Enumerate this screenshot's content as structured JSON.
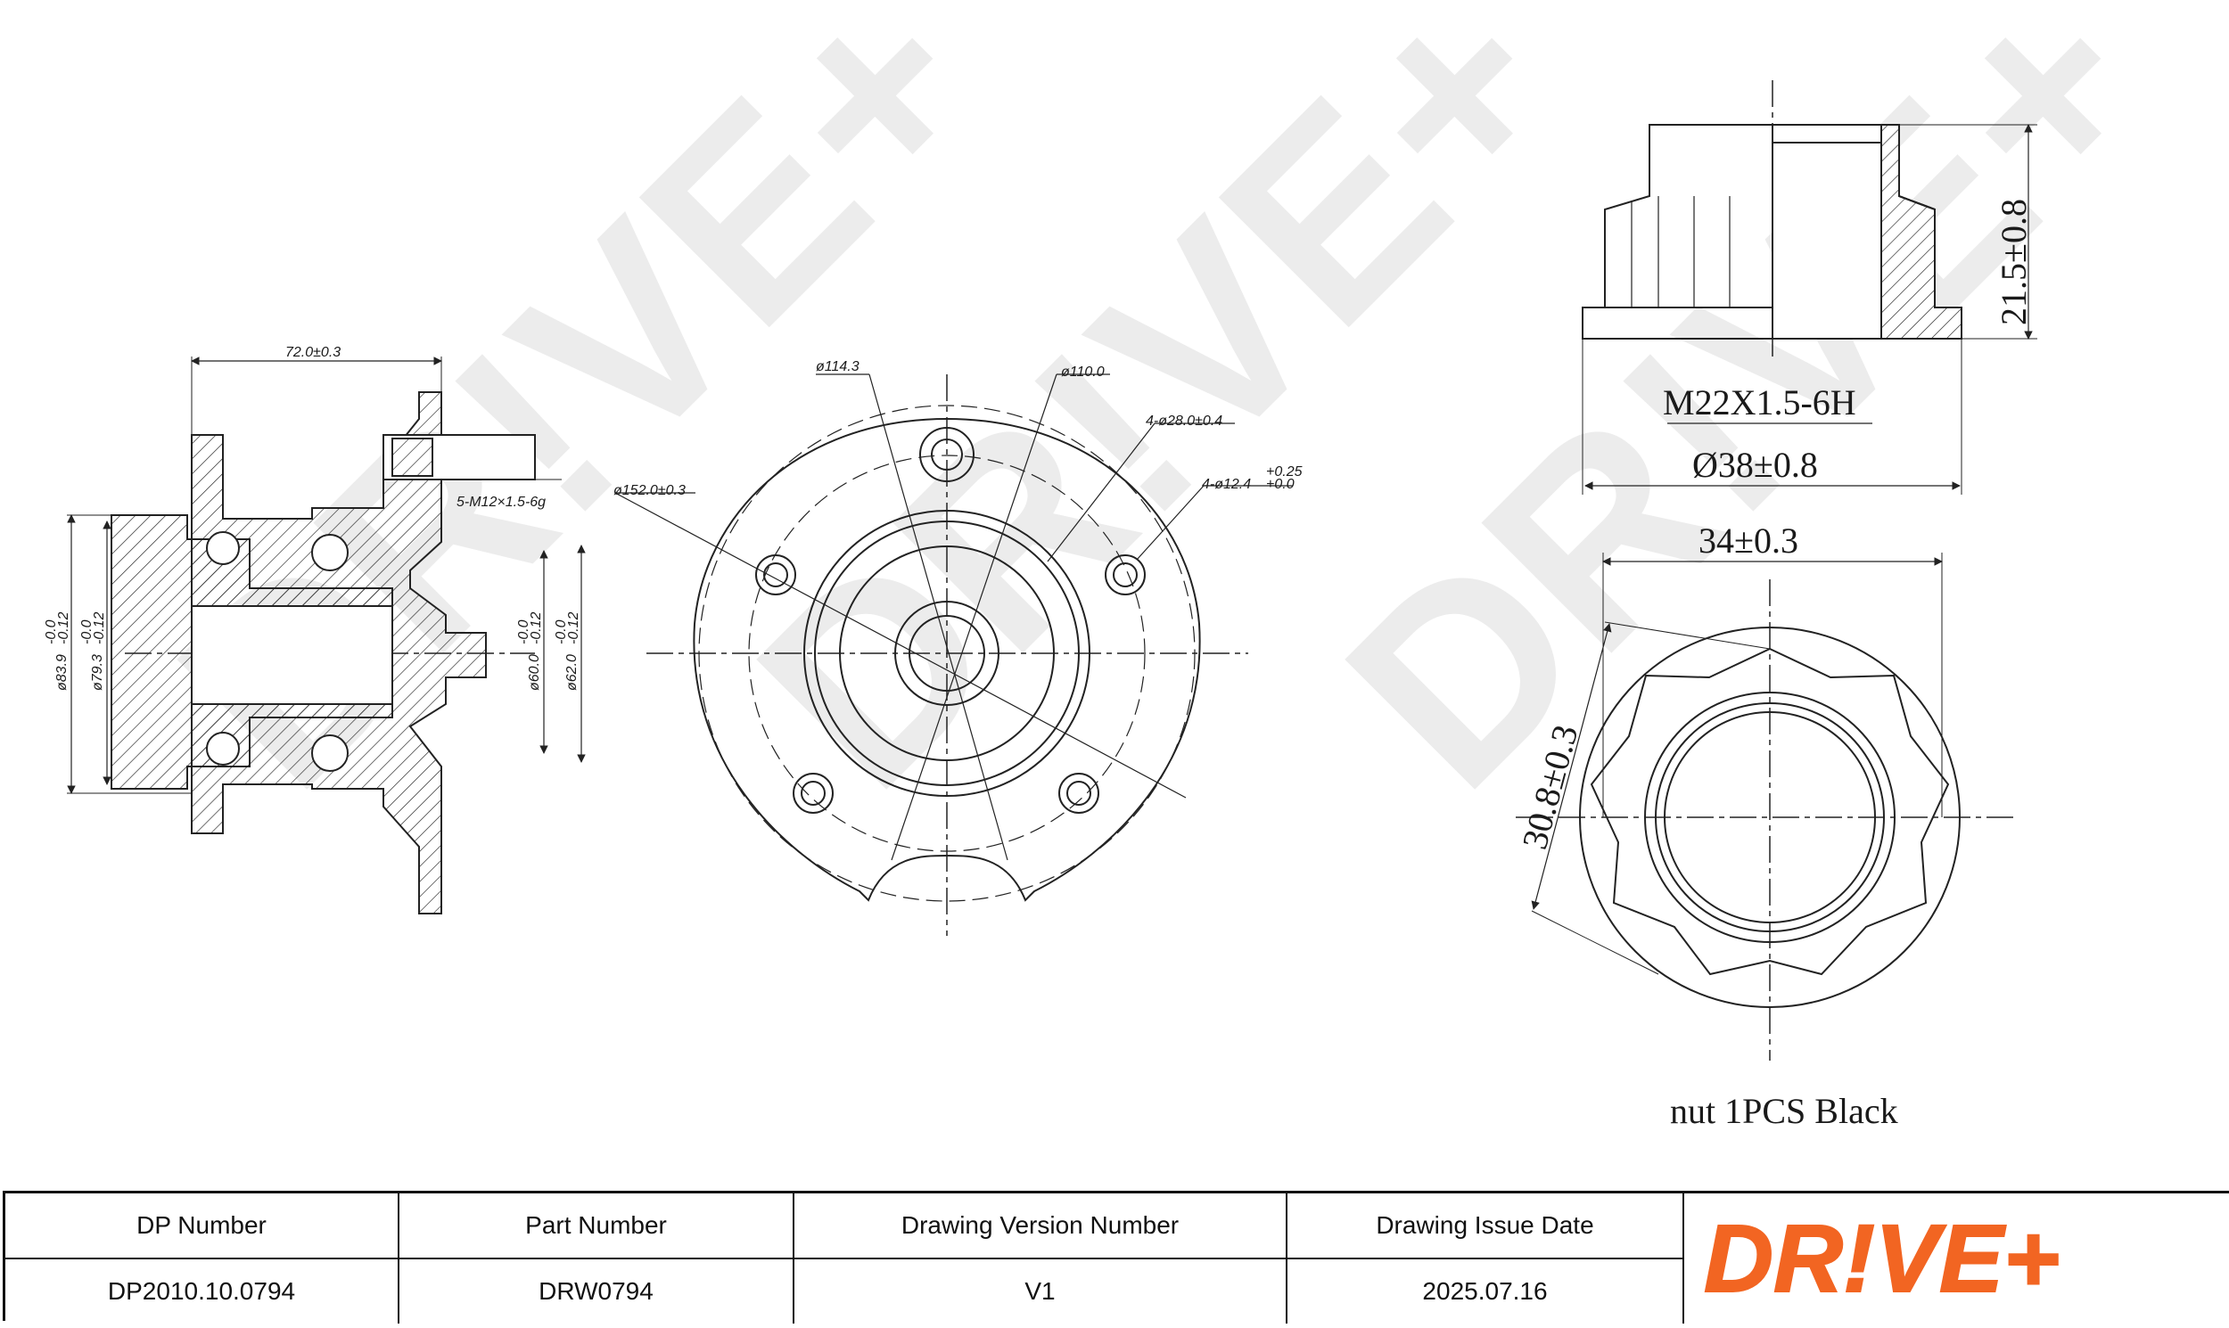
{
  "brand": {
    "name": "DR!VE+",
    "accent": "#f26522",
    "watermark_color": "#e8e8e8"
  },
  "hub_side_view": {
    "dimensions": {
      "width": "72.0±0.3",
      "thread": "5-M12×1.5-6g",
      "d1": "ø83.9",
      "d1_tol_up": "-0.0",
      "d1_tol_low": "-0.12",
      "d2": "ø79.3",
      "d2_tol_up": "-0.0",
      "d2_tol_low": "-0.12",
      "d3": "ø60.0",
      "d3_tol_up": "-0.0",
      "d3_tol_low": "-0.12",
      "d4": "ø62.0",
      "d4_tol_up": "-0.0",
      "d4_tol_low": "-0.12"
    }
  },
  "hub_front_view": {
    "dimensions": {
      "pcd": "ø114.3",
      "d_outer": "ø110.0",
      "holes_large": "4-ø28.0±0.4",
      "d_flange": "ø152.0±0.3",
      "holes_small": "4-ø12.4",
      "holes_small_tol_up": "+0.25",
      "holes_small_tol_low": "+0.0"
    }
  },
  "nut_side_view": {
    "height": "21.5±0.8",
    "thread": "M22X1.5-6H",
    "diameter": "Ø38±0.8"
  },
  "nut_top_view": {
    "across_flats": "34±0.3",
    "inner": "30.8±0.3",
    "note": "nut 1PCS  Black"
  },
  "title_block": {
    "columns": [
      {
        "header": "DP Number",
        "value": "DP2010.10.0794"
      },
      {
        "header": "Part Number",
        "value": "DRW0794"
      },
      {
        "header": "Drawing Version Number",
        "value": "V1"
      },
      {
        "header": "Drawing Issue Date",
        "value": "2025.07.16"
      }
    ]
  }
}
